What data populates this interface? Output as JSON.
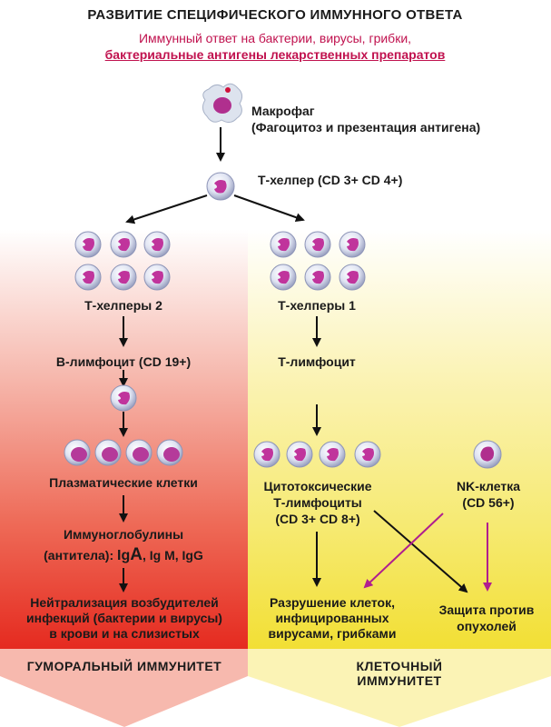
{
  "title": "РАЗВИТИЕ СПЕЦИФИЧЕСКОГО ИММУННОГО ОТВЕТА",
  "subtitle_line1": "Иммунный ответ на бактерии, вирусы, грибки,",
  "subtitle_line2": "бактериальные антигены лекарственных препаратов",
  "macrophage": {
    "name": "Макрофаг",
    "desc": "(Фагоцитоз и презентация антигена)"
  },
  "t_helper": "Т-хелпер (CD 3+ CD 4+)",
  "left": {
    "th2": "Т-хелперы 2",
    "b_cell": "В-лимфоцит (CD 19+)",
    "plasma": "Плазматические клетки",
    "ig_line1": "Иммуноглобулины",
    "ig_prefix": "(антитела):",
    "ig_ig1": "Ig",
    "ig_a": "A",
    "ig_sep1": ",",
    "ig_m": "Ig M,",
    "ig_g": "IgG",
    "result_line1": "Нейтрализация возбудителей",
    "result_line2": "инфекций (бактерии и вирусы)",
    "result_line3": "в крови и на слизистых",
    "banner": "ГУМОРАЛЬНЫЙ ИММУНИТЕТ"
  },
  "right": {
    "th1": "Т-хелперы 1",
    "t_cell": "Т-лимфоцит",
    "ctl_line1": "Цитотоксические",
    "ctl_line2": "Т-лимфоциты",
    "ctl_line3": "(CD 3+ CD 8+)",
    "nk_line1": "NK-клетка",
    "nk_line2": "(CD 56+)",
    "destroy_line1": "Разрушение клеток,",
    "destroy_line2": "инфицированных",
    "destroy_line3": "вирусами, грибками",
    "tumor_line1": "Защита против",
    "tumor_line2": "опухолей",
    "banner": "КЛЕТОЧНЫЙ ИММУНИТЕТ"
  },
  "colors": {
    "accent_text": "#c0114e",
    "left_panel": "#e52a1f",
    "right_panel": "#f2df34",
    "left_banner": "#f7b9ae",
    "right_banner": "#fbf3b5",
    "nk_arrow": "#b01e8f",
    "cell_fill": "#c0349c"
  }
}
